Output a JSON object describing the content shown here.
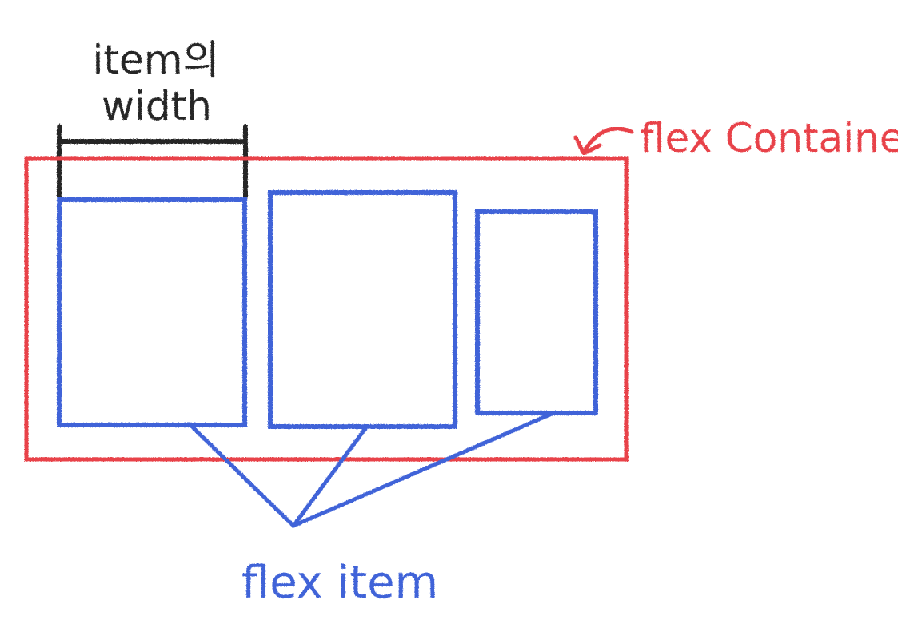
{
  "diagram": {
    "labels": {
      "item_width_line1": "item의",
      "item_width_line2": "width",
      "flex_container": "flex Container",
      "flex_item": "flex item"
    },
    "colors": {
      "container": "#e8424a",
      "item": "#3f63d8",
      "measure": "#262626",
      "background": "#ffffff"
    },
    "items_count": 3
  }
}
